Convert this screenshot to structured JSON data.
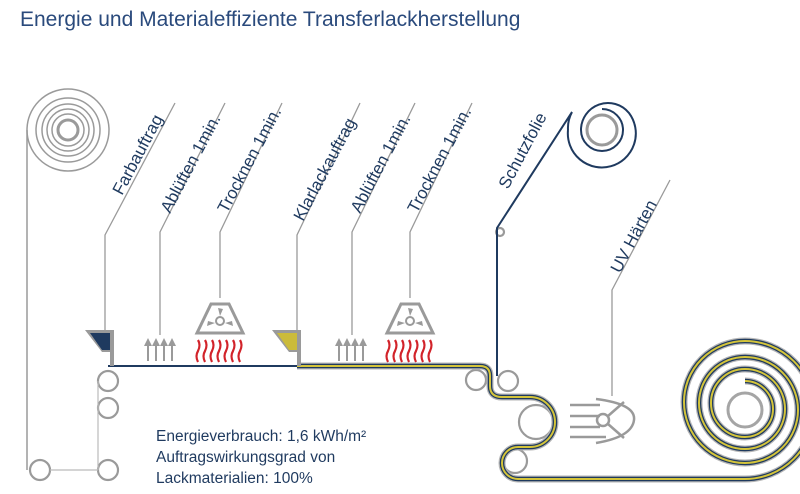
{
  "title": "Energie und Materialeffiziente Transferlackherstellung",
  "stations": [
    {
      "label": "Farbauftrag"
    },
    {
      "label": "Ablüften 1min."
    },
    {
      "label": "Trocknen 1min."
    },
    {
      "label": "Klarlackauftrag"
    },
    {
      "label": "Ablüften 1min."
    },
    {
      "label": "Trocknen 1min."
    },
    {
      "label": "Schutzfolie"
    },
    {
      "label": "UV Härten"
    }
  ],
  "info": {
    "energy": "Energieverbrauch: 1,6 kWh/m²",
    "efficiency_line1": "Auftragswirkungsgrad von",
    "efficiency_line2": "Lackmaterialien: 100%"
  },
  "colors": {
    "blue": "#1f3a5f",
    "yellow": "#cbbb3a",
    "gray": "#9a9a9a",
    "red": "#d2232a"
  }
}
